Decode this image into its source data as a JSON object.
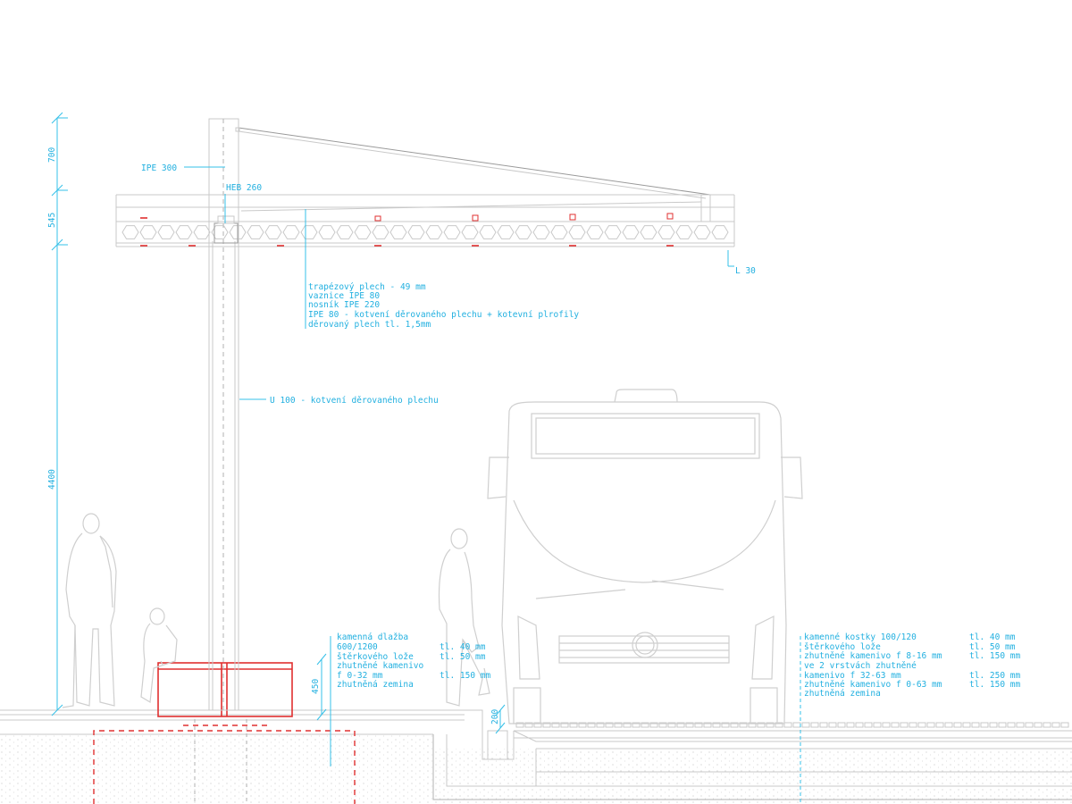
{
  "colors": {
    "annotation": "#22b0e0",
    "highlight": "#e03030",
    "line": "#c9c9c9"
  },
  "dimensions": {
    "d700": "700",
    "d545": "545",
    "d4400": "4400",
    "d450": "450",
    "d200": "200"
  },
  "labels": {
    "ipe300": "IPE 300",
    "heb260": "HEB 260",
    "l30": "L 30",
    "u100": "U 100 - kotvení děrovaného plechu",
    "roof": [
      "trapézový plech - 49 mm",
      "vaznice IPE 80",
      "nosník IPE 220",
      "IPE 80 - kotvení děrovaného plechu + kotevní plrofily",
      "děrovaný plech tl. 1,5mm"
    ]
  },
  "platform_layers": [
    {
      "name": "kamenná dlažba",
      "thickness": ""
    },
    {
      "name": "600/1200",
      "thickness": "tl. 40 mm"
    },
    {
      "name": "štěrkového lože",
      "thickness": "tl. 50 mm"
    },
    {
      "name": "zhutněné kamenivo",
      "thickness": ""
    },
    {
      "name": "f 0-32 mm",
      "thickness": "tl. 150 mm"
    },
    {
      "name": "zhutněná zemina",
      "thickness": ""
    }
  ],
  "road_layers": [
    {
      "name": "kamenné kostky 100/120",
      "thickness": "tl. 40 mm"
    },
    {
      "name": "štěrkového lože",
      "thickness": "tl. 50 mm"
    },
    {
      "name": "zhutněné kamenivo f 8-16 mm",
      "thickness": "tl. 150 mm"
    },
    {
      "name": "ve 2 vrstvách zhutněné",
      "thickness": ""
    },
    {
      "name": "kamenivo f 32-63 mm",
      "thickness": "tl. 250 mm"
    },
    {
      "name": "zhutněné kamenivo f 0-63 mm",
      "thickness": "tl. 150 mm"
    },
    {
      "name": "zhutněná zemina",
      "thickness": ""
    }
  ]
}
